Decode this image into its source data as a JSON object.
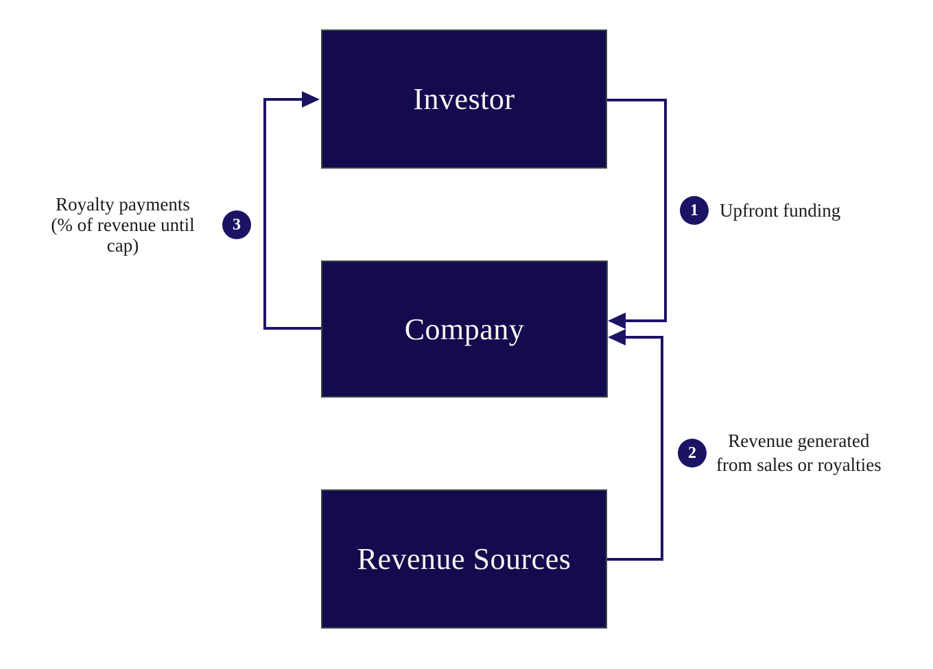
{
  "colors": {
    "node_fill": "#130b4e",
    "node_border": "#3c4a46",
    "node_text": "#f7f5f1",
    "arrow": "#1b1464",
    "badge_fill": "#1b1464",
    "badge_text": "#ffffff",
    "label_text": "#1e1c19",
    "background": "#ffffff"
  },
  "diagram": {
    "type": "flowchart",
    "title": "",
    "nodes": [
      {
        "id": "investor",
        "label": "Investor"
      },
      {
        "id": "company",
        "label": "Company"
      },
      {
        "id": "revenue_sources",
        "label": "Revenue Sources"
      }
    ],
    "edges": [
      {
        "step": "1",
        "from": "Investor",
        "to": "Company",
        "label": "Upfront funding",
        "lines": [
          "Upfront funding"
        ]
      },
      {
        "step": "2",
        "from": "Revenue Sources",
        "to": "Company",
        "label": "Revenue generated from sales or royalties",
        "lines": [
          "Revenue generated",
          "from sales or royalties"
        ]
      },
      {
        "step": "3",
        "from": "Company",
        "to": "Investor",
        "label": "Royalty payments (% of revenue until cap)",
        "lines": [
          "Royalty payments",
          "(% of revenue until cap)"
        ]
      }
    ]
  }
}
